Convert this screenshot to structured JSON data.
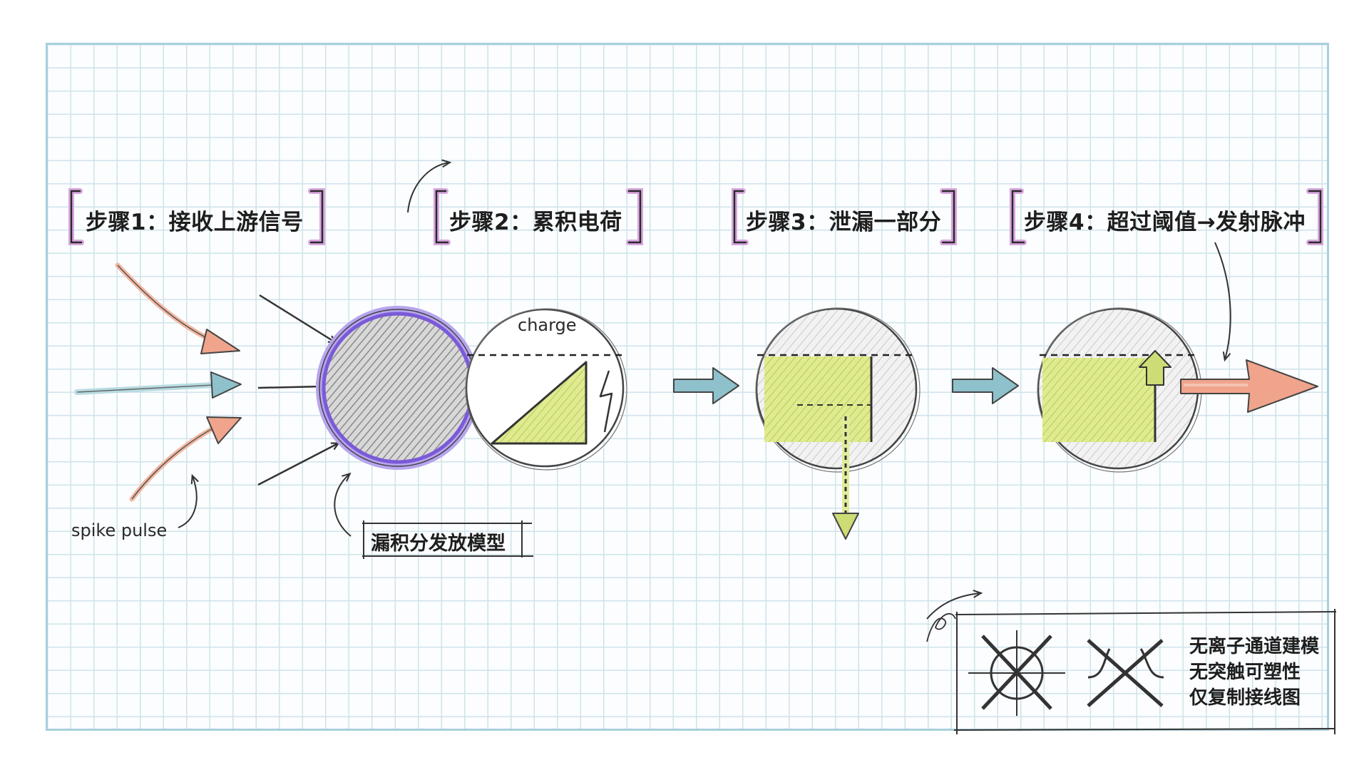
{
  "steps": [
    {
      "label": "步骤1：接收上游信号"
    },
    {
      "label": "步骤2：累积电荷"
    },
    {
      "label": "步骤3：泄漏一部分"
    },
    {
      "label": "步骤4：超过阈值→发射脉冲"
    }
  ],
  "annotations": {
    "spike_pulse": "spike pulse",
    "charge": "charge",
    "model_label": "漏积分发放模型"
  },
  "note": {
    "lines": [
      "无离子通道建模",
      "无突触可塑性",
      "仅复制接线图"
    ]
  },
  "colors": {
    "grid": "#cfe3ea",
    "bracket": "#b44fc0",
    "arrow_salmon": "#f0a48c",
    "arrow_teal": "#8fc1cc",
    "membrane_purple": "#8a6ae0",
    "charge_fill": "#dbe98a",
    "pencil": "#333333"
  },
  "icons": [
    "ion-channel-crossed-icon",
    "synapse-crossed-icon"
  ]
}
